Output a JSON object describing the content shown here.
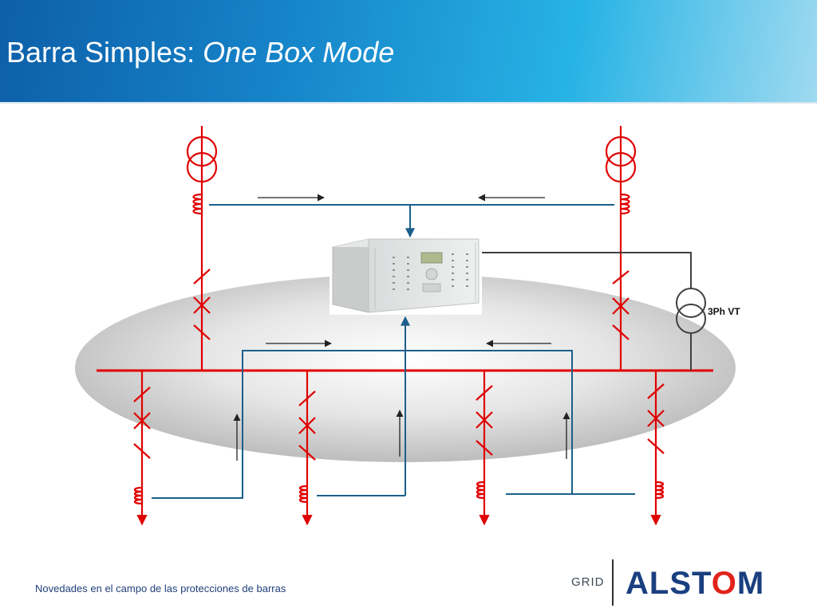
{
  "title": {
    "plain": "Barra Simples: ",
    "italic": "One Box Mode"
  },
  "diagram": {
    "vt_label": "3Ph VT"
  },
  "footer": {
    "note": "Novedades en el campo de las protecciones de barras"
  },
  "brand": {
    "grid": "GRID",
    "logo_before": "ALST",
    "logo_o": "O",
    "logo_after": "M"
  },
  "colors": {
    "primary_circuit": "#e00000",
    "secondary_wiring": "#1c5f8c",
    "vt_wiring": "#404040",
    "logo_blue": "#1a3f80",
    "logo_red": "#e2231a"
  },
  "icons": [
    "current-transformer-icon",
    "voltage-transformer-icon",
    "disconnector-icon",
    "circuit-breaker-icon",
    "protection-relay-icon",
    "flow-arrow-icon"
  ]
}
